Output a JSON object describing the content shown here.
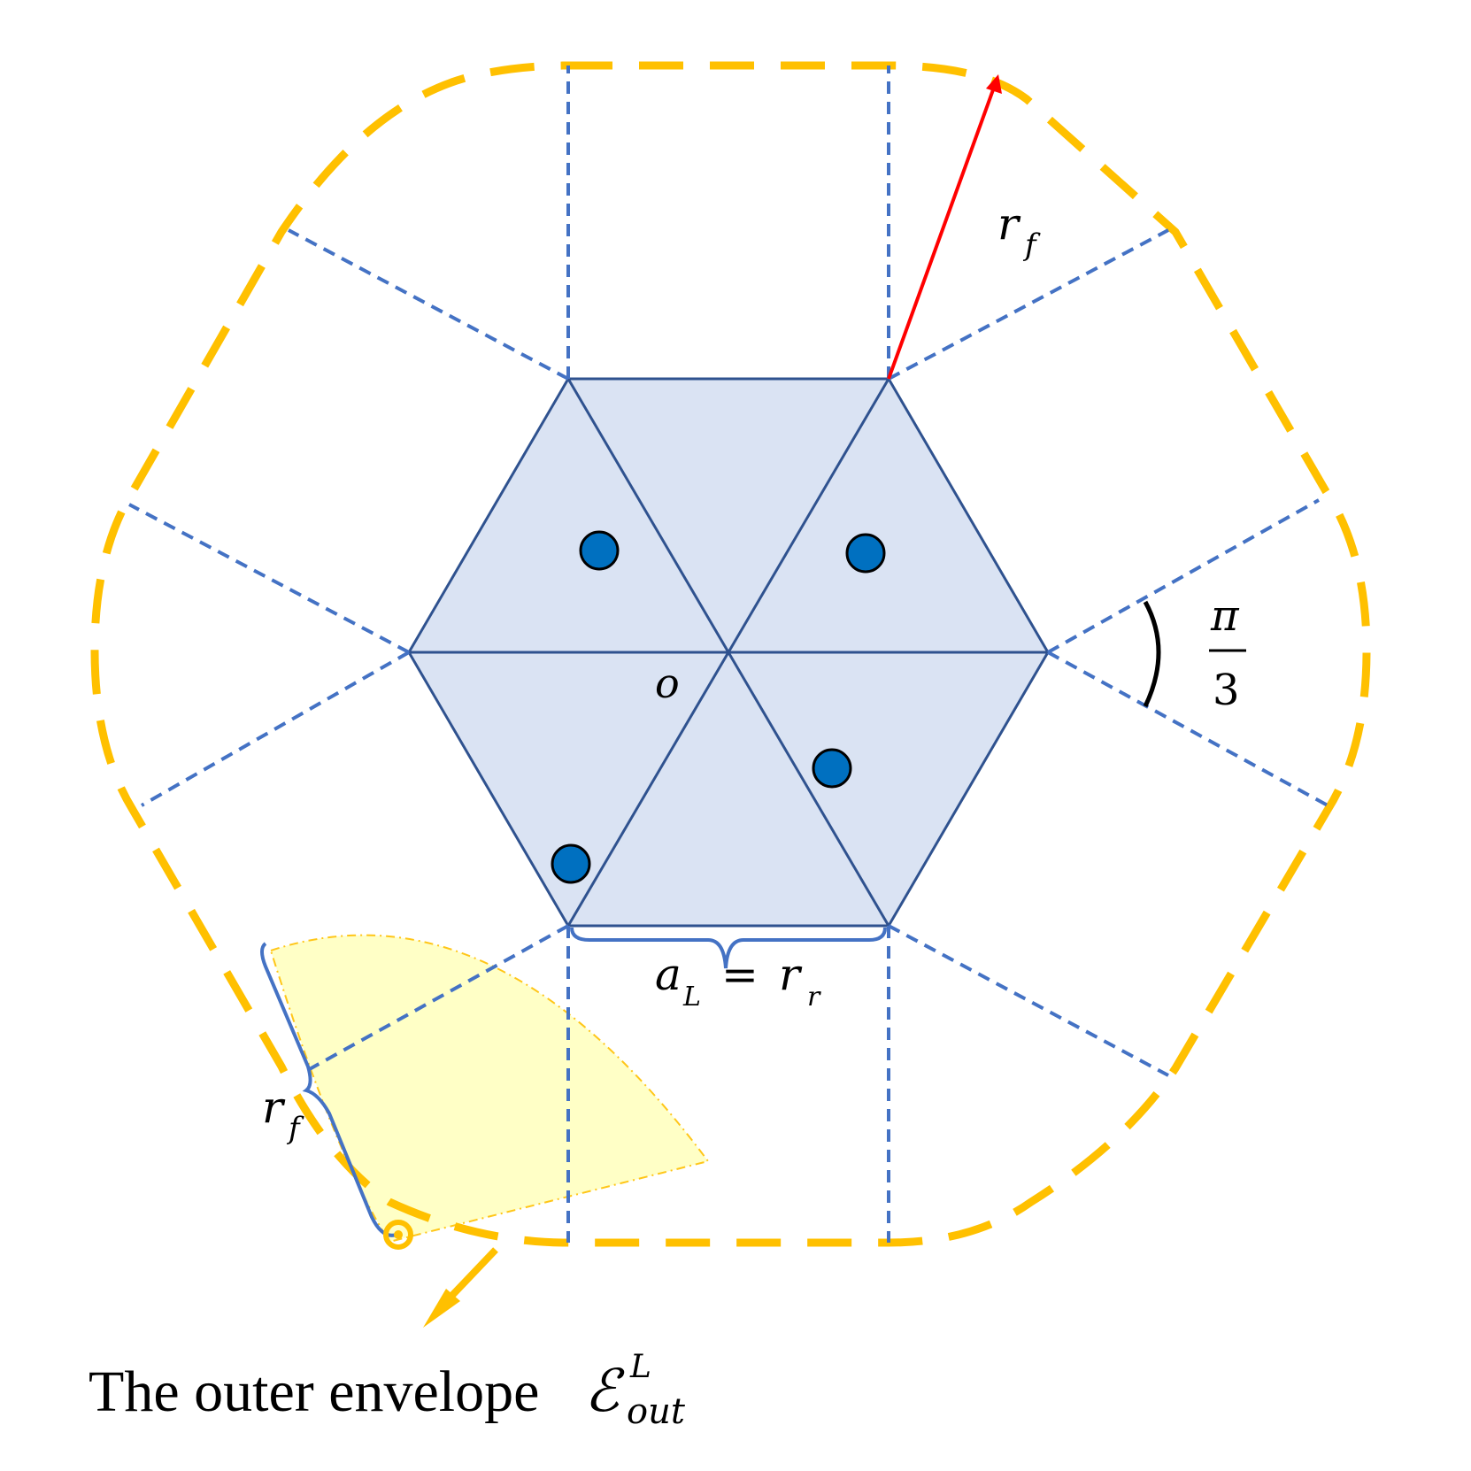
{
  "labels": {
    "center": "o",
    "radius_top": "r",
    "radius_top_sub": "f",
    "radius_left": "r",
    "radius_left_sub": "f",
    "edge_a": "a",
    "edge_a_sub": "L",
    "edge_eq": "=",
    "edge_r": "r",
    "edge_r_sub": "r",
    "angle_num": "π",
    "angle_den": "3"
  },
  "caption": {
    "text": "The outer envelope ",
    "symbol": "ℰ",
    "symbol_sup": "L",
    "symbol_sub": "out"
  },
  "colors": {
    "hex_fill": "#dae3f3",
    "hex_stroke": "#2f528f",
    "dashed_lines": "#4472c4",
    "envelope": "#ffc000",
    "sector_fill": "#ffffc0",
    "dots": "#0070c0",
    "radius_arrow": "#ff0000"
  },
  "icons": {
    "pointer": "arrow-down-left-icon"
  }
}
